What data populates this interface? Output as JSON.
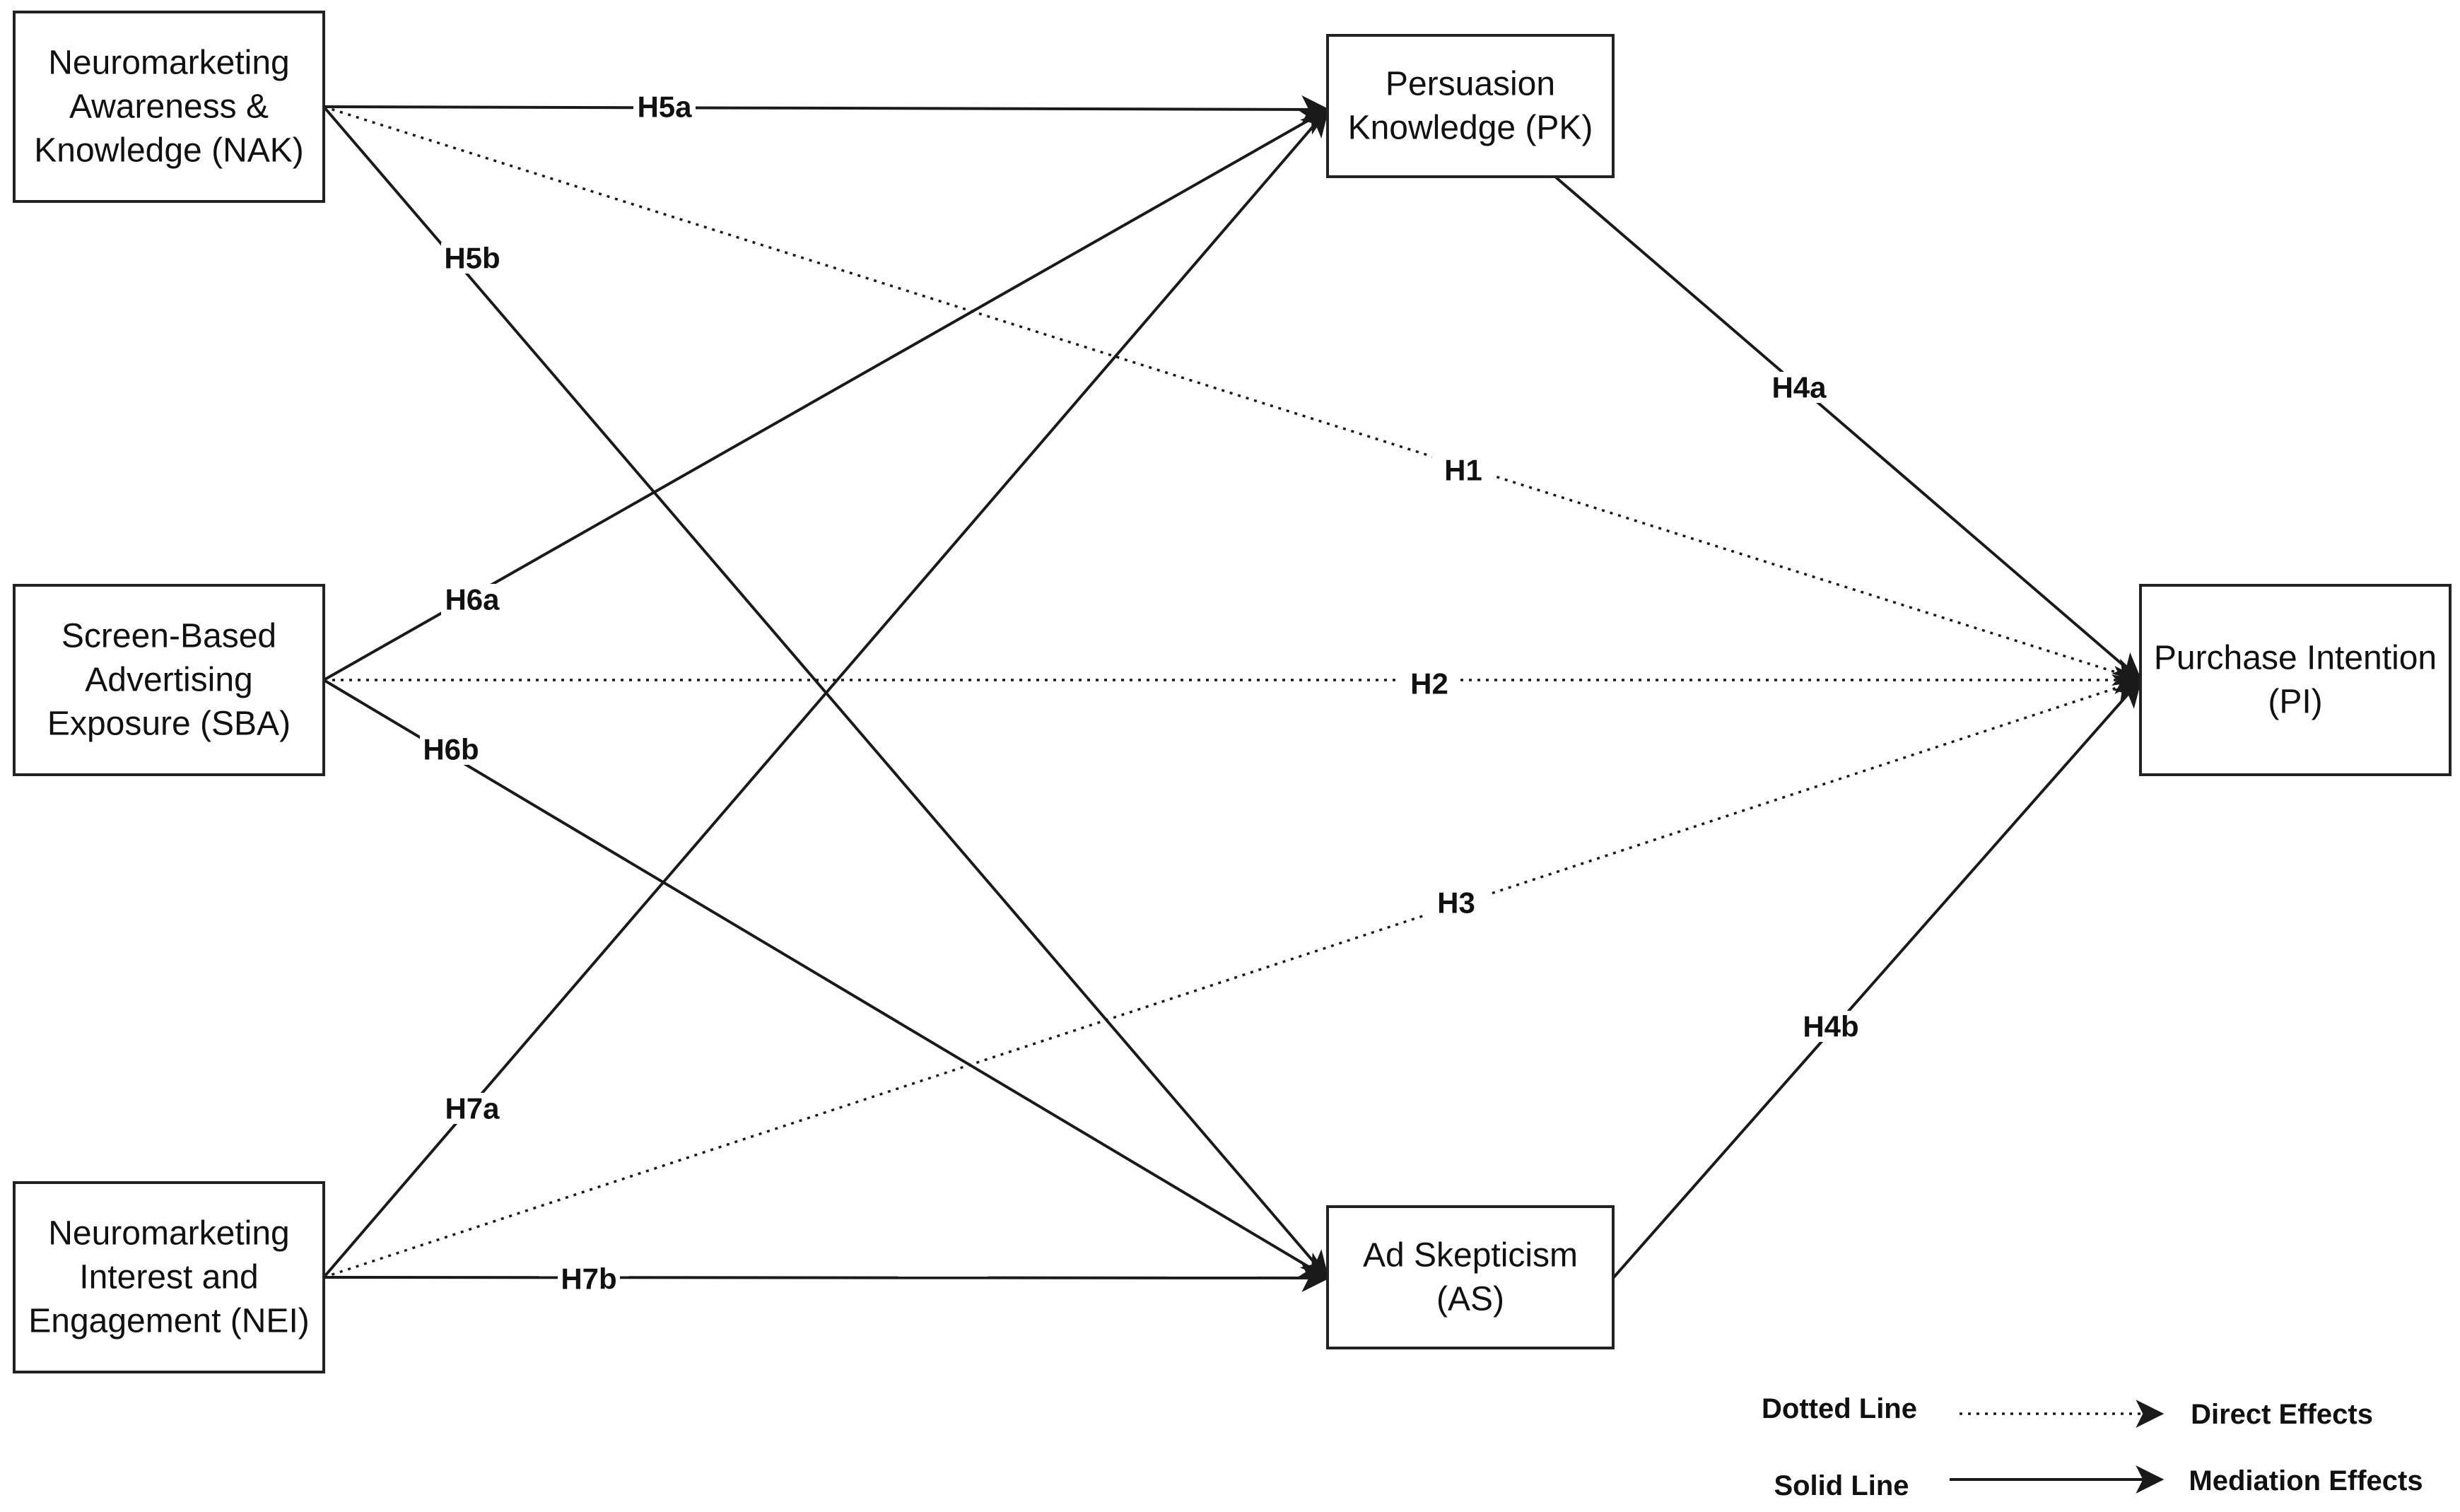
{
  "colors": {
    "line": "#1a1a1a",
    "box_border": "#222222",
    "background": "#ffffff"
  },
  "nodes": {
    "nak": {
      "lines": [
        "Neuromarketing",
        "Awareness &",
        "Knowledge (NAK)"
      ]
    },
    "sba": {
      "lines": [
        "Screen-Based",
        "Advertising",
        "Exposure (SBA)"
      ]
    },
    "nei": {
      "lines": [
        "Neuromarketing",
        "Interest and",
        "Engagement (NEI)"
      ]
    },
    "pk": {
      "lines": [
        "Persuasion",
        "Knowledge (PK)"
      ]
    },
    "as": {
      "lines": [
        "Ad Skepticism",
        "(AS)"
      ]
    },
    "pi": {
      "lines": [
        "Purchase Intention",
        "(PI)"
      ]
    }
  },
  "edges": [
    {
      "id": "h5a",
      "from": "nak",
      "to": "pk",
      "style": "solid",
      "label": "H5a"
    },
    {
      "id": "h5b",
      "from": "nak",
      "to": "as",
      "style": "solid",
      "label": "H5b"
    },
    {
      "id": "h1",
      "from": "nak",
      "to": "pi",
      "style": "dotted",
      "label": "H1"
    },
    {
      "id": "h6a",
      "from": "sba",
      "to": "pk",
      "style": "solid",
      "label": "H6a"
    },
    {
      "id": "h2",
      "from": "sba",
      "to": "pi",
      "style": "dotted",
      "label": "H2"
    },
    {
      "id": "h6b",
      "from": "sba",
      "to": "as",
      "style": "solid",
      "label": "H6b"
    },
    {
      "id": "h7a",
      "from": "nei",
      "to": "pk",
      "style": "solid",
      "label": "H7a"
    },
    {
      "id": "h3",
      "from": "nei",
      "to": "pi",
      "style": "dotted",
      "label": "H3"
    },
    {
      "id": "h7b",
      "from": "nei",
      "to": "as",
      "style": "solid",
      "label": "H7b"
    },
    {
      "id": "h4a",
      "from": "pk",
      "to": "pi",
      "style": "solid",
      "label": "H4a"
    },
    {
      "id": "h4b",
      "from": "as",
      "to": "pi",
      "style": "solid",
      "label": "H4b"
    }
  ],
  "legend": {
    "dotted": {
      "label": "Dotted Line",
      "meaning": "Direct Effects"
    },
    "solid": {
      "label": "Solid Line",
      "meaning": "Mediation Effects"
    }
  }
}
